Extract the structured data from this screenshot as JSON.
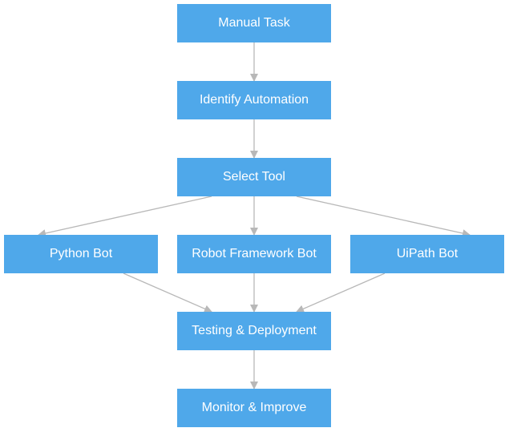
{
  "diagram": {
    "nodes": [
      {
        "id": "manual",
        "label": "Manual Task"
      },
      {
        "id": "identify",
        "label": "Identify Automation"
      },
      {
        "id": "select",
        "label": "Select Tool"
      },
      {
        "id": "python",
        "label": "Python Bot"
      },
      {
        "id": "robot",
        "label": "Robot Framework Bot"
      },
      {
        "id": "uipath",
        "label": "UiPath Bot"
      },
      {
        "id": "testing",
        "label": "Testing & Deployment"
      },
      {
        "id": "monitor",
        "label": "Monitor & Improve"
      }
    ],
    "edges": [
      {
        "from": "manual",
        "to": "identify"
      },
      {
        "from": "identify",
        "to": "select"
      },
      {
        "from": "select",
        "to": "python"
      },
      {
        "from": "select",
        "to": "robot"
      },
      {
        "from": "select",
        "to": "uipath"
      },
      {
        "from": "python",
        "to": "testing"
      },
      {
        "from": "robot",
        "to": "testing"
      },
      {
        "from": "uipath",
        "to": "testing"
      },
      {
        "from": "testing",
        "to": "monitor"
      }
    ],
    "colors": {
      "node_fill": "#4fa8ea",
      "node_text": "#ffffff",
      "edge": "#b8b8b8"
    }
  }
}
